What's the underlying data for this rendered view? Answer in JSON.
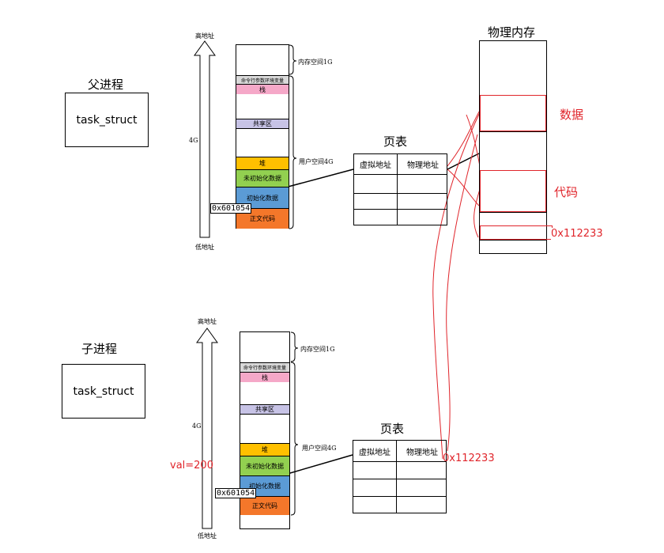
{
  "parent": {
    "title": "父进程",
    "task_struct": "task_struct",
    "high_addr": "高地址",
    "low_addr": "低地址",
    "size": "4G",
    "kernel_label": "内存空间1G",
    "user_label": "用户空间4G",
    "segments": [
      "命令行参数环境变量",
      "栈",
      "共享区",
      "堆",
      "未初始化数据",
      "初始化数据",
      "正文代码"
    ],
    "address": "0x601054"
  },
  "child": {
    "title": "子进程",
    "task_struct": "task_struct",
    "high_addr": "高地址",
    "low_addr": "低地址",
    "size": "4G",
    "kernel_label": "内存空间1G",
    "user_label": "用户空间4G",
    "segments": [
      "命令行参数环境变量",
      "栈",
      "共享区",
      "堆",
      "未初始化数据",
      "初始化数据",
      "正文代码"
    ],
    "address": "0x601054",
    "val_note": "val=200"
  },
  "page_table_parent": {
    "title": "页表",
    "col1": "虚拟地址",
    "col2": "物理地址"
  },
  "page_table_child": {
    "title": "页表",
    "col1": "虚拟地址",
    "col2": "物理地址",
    "annotation": "0x112233"
  },
  "physical_memory": {
    "title": "物理内存",
    "data_label": "数据",
    "code_label": "代码",
    "addr_label": "0x112233"
  },
  "colors": {
    "cmd": "#d9d9d9",
    "stack": "#f5a8c8",
    "shared": "#c7c3e6",
    "heap": "#ffc000",
    "bss": "#92d050",
    "data": "#5b9bd5",
    "text": "#f4772a",
    "arrow": "#3a3fbf",
    "red": "#e0252b"
  }
}
